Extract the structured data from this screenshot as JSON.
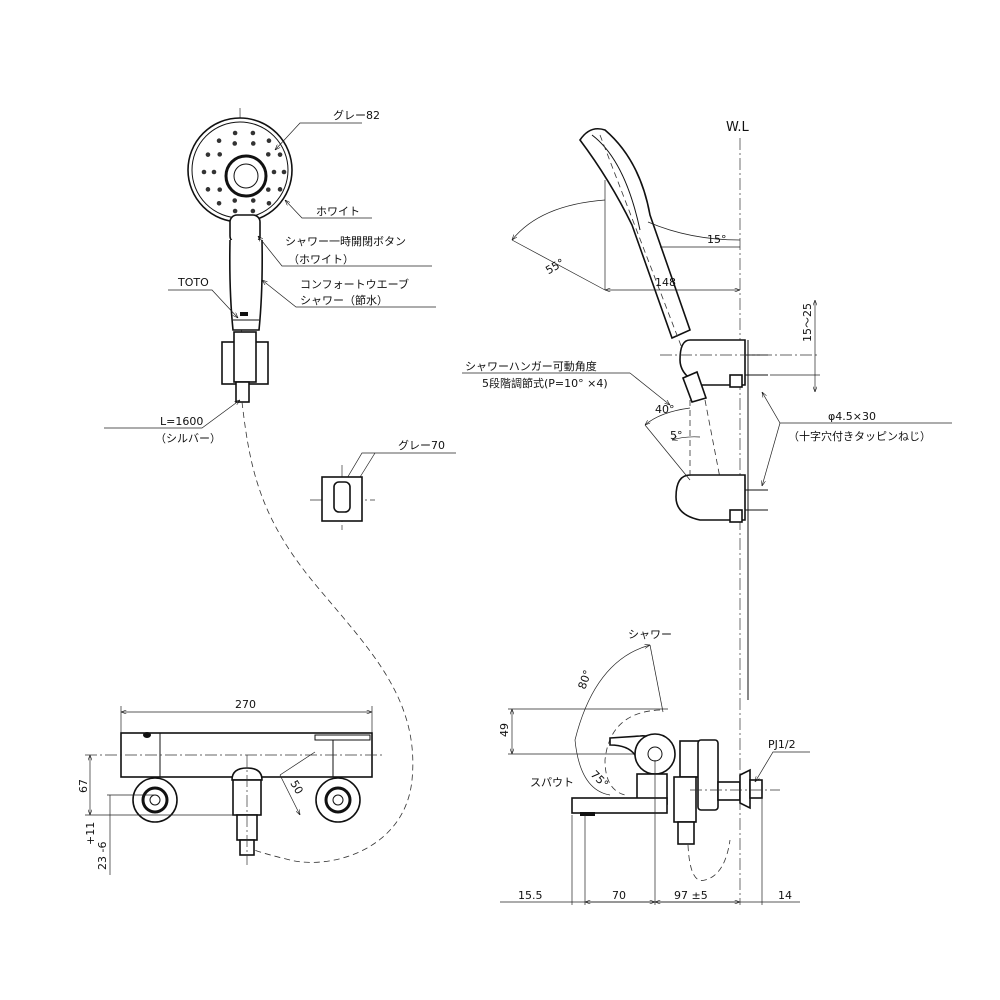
{
  "front_view": {
    "head_color": "グレー82",
    "face_color": "ホワイト",
    "button_label": "シャワー一時開閉ボタン",
    "button_color": "（ホワイト）",
    "product_line1": "コンフォートウエーブ",
    "product_line2": "シャワー（節水）",
    "brand": "TOTO",
    "hose_length": "L=1600",
    "hose_color": "（シルバー）",
    "hanger_color": "グレー70"
  },
  "side_view": {
    "wall_line": "W.L",
    "angle_15": "15°",
    "angle_55": "55°",
    "dim_148": "148",
    "dim_15_25": "15～25",
    "hanger_label": "シャワーハンガー可動角度",
    "hanger_adjust": "5段階調節式(P=10°  ×4)",
    "angle_40": "40°",
    "angle_5": "5°",
    "screw_size": "φ4.5×30",
    "screw_type": "（十字穴付きタッピンねじ）"
  },
  "faucet_side": {
    "shower_label": "シャワー",
    "angle_80": "80°",
    "dim_49": "49",
    "spout_label": "スパウト",
    "angle_75": "75°",
    "thread": "PJ1/2",
    "dims": [
      "15.5",
      "70",
      "97 ±5",
      "14"
    ]
  },
  "faucet_front": {
    "dim_270": "270",
    "dim_67": "67",
    "dim_50": "50",
    "dim_tol_upper": "+11",
    "dim_23": "23 -6"
  }
}
